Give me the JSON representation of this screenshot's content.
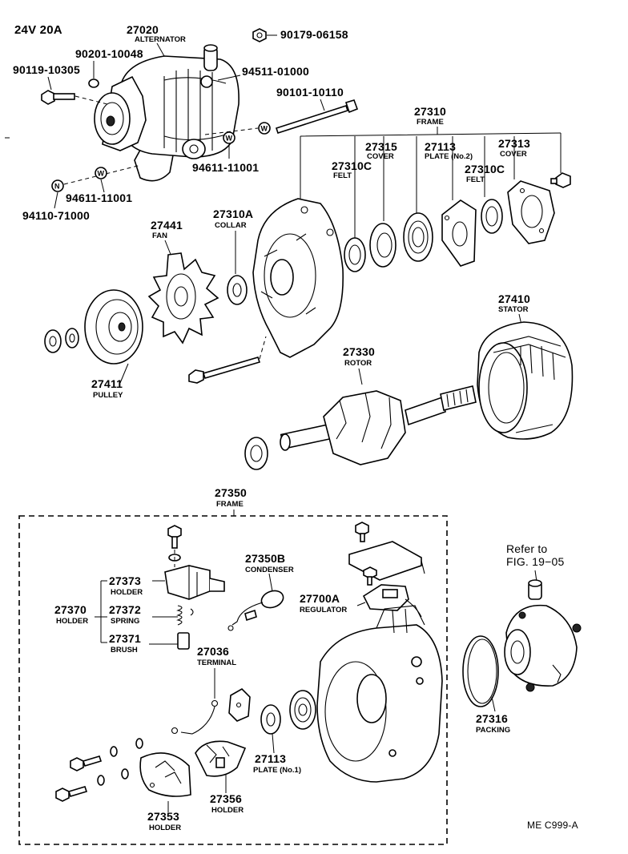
{
  "header": {
    "rating": "24V 20A"
  },
  "footer": {
    "code": "ME C999-A"
  },
  "reference": {
    "line1": "Refer to",
    "line2": "FIG. 19−05"
  },
  "labels": {
    "p27020": {
      "num": "27020",
      "name": "ALTERNATOR"
    },
    "p90179_06158": {
      "num": "90179-06158"
    },
    "p90201_10048": {
      "num": "90201-10048"
    },
    "p90119_10305": {
      "num": "90119-10305"
    },
    "p94511_01000": {
      "num": "94511-01000"
    },
    "p90101_10110": {
      "num": "90101-10110"
    },
    "p94611_11001a": {
      "num": "94611-11001"
    },
    "p94611_11001b": {
      "num": "94611-11001"
    },
    "p94110_71000": {
      "num": "94110-71000"
    },
    "p27310": {
      "num": "27310",
      "name": "FRAME"
    },
    "p27315": {
      "num": "27315",
      "name": "COVER"
    },
    "p27113a": {
      "num": "27113",
      "name": "PLATE (No.2)"
    },
    "p27313": {
      "num": "27313",
      "name": "COVER"
    },
    "p27310C_a": {
      "num": "27310C",
      "name": "FELT"
    },
    "p27310C_b": {
      "num": "27310C",
      "name": "FELT"
    },
    "p27441": {
      "num": "27441",
      "name": "FAN"
    },
    "p27310A": {
      "num": "27310A",
      "name": "COLLAR"
    },
    "p27410": {
      "num": "27410",
      "name": "STATOR"
    },
    "p27330": {
      "num": "27330",
      "name": "ROTOR"
    },
    "p27411": {
      "num": "27411",
      "name": "PULLEY"
    },
    "p27350": {
      "num": "27350",
      "name": "FRAME"
    },
    "p27350B": {
      "num": "27350B",
      "name": "CONDENSER"
    },
    "p27373": {
      "num": "27373",
      "name": "HOLDER"
    },
    "p27370": {
      "num": "27370",
      "name": "HOLDER"
    },
    "p27372": {
      "num": "27372",
      "name": "SPRING"
    },
    "p27371": {
      "num": "27371",
      "name": "BRUSH"
    },
    "p27700A": {
      "num": "27700A",
      "name": "REGULATOR"
    },
    "p27036": {
      "num": "27036",
      "name": "TERMINAL"
    },
    "p27113b": {
      "num": "27113",
      "name": "PLATE (No.1)"
    },
    "p27353": {
      "num": "27353",
      "name": "HOLDER"
    },
    "p27356": {
      "num": "27356",
      "name": "HOLDER"
    },
    "p27316": {
      "num": "27316",
      "name": "PACKING"
    }
  },
  "markers": {
    "washer": "W",
    "nut": "N"
  }
}
